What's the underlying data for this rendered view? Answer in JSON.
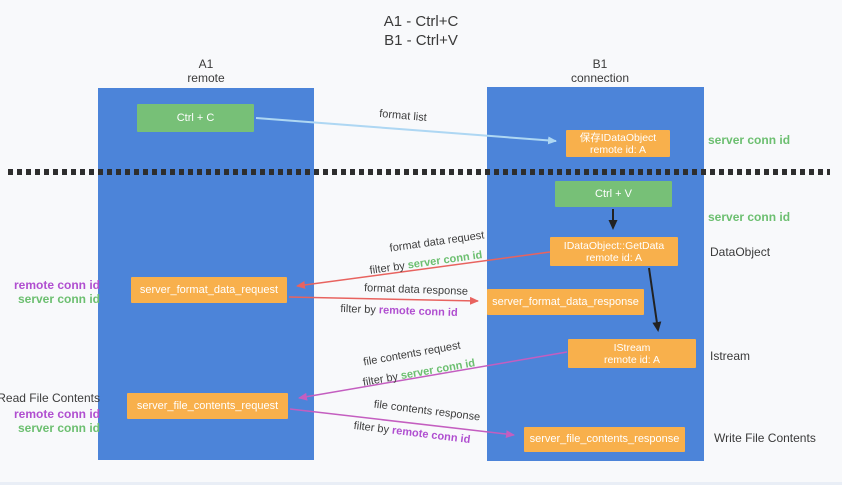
{
  "title": {
    "line1": "A1 - Ctrl+C",
    "line2": "B1 - Ctrl+V"
  },
  "lanes": {
    "left": {
      "name": "A1",
      "role": "remote"
    },
    "right": {
      "name": "B1",
      "role": "connection"
    }
  },
  "nodes": {
    "ctrl_c": {
      "label": "Ctrl + C"
    },
    "save_idataobject": {
      "line1": "保存IDataObject",
      "line2": "remote id: A"
    },
    "ctrl_v": {
      "label": "Ctrl + V"
    },
    "getdata": {
      "line1": "IDataObject::GetData",
      "line2": "remote id: A"
    },
    "format_request": {
      "label": "server_format_data_request"
    },
    "format_response": {
      "label": "server_format_data_response"
    },
    "istream": {
      "line1": "IStream",
      "line2": "remote id: A"
    },
    "file_request": {
      "label": "server_file_contents_request"
    },
    "file_response": {
      "label": "server_file_contents_response"
    }
  },
  "edges": {
    "format_list": {
      "label": "format list"
    },
    "format_data_request": {
      "label": "format data request",
      "filter_prefix": "filter by ",
      "filter_key": "server conn id"
    },
    "format_data_response": {
      "label": "format data response",
      "filter_prefix": "filter by ",
      "filter_key": "remote conn id"
    },
    "file_contents_request": {
      "label": "file contents request",
      "filter_prefix": "filter by ",
      "filter_key": "server conn id"
    },
    "file_contents_response": {
      "label": "file contents response",
      "filter_prefix": "filter by ",
      "filter_key": "remote conn id"
    }
  },
  "side_labels": {
    "right": {
      "server_conn_id_top": "server conn id",
      "server_conn_id_mid": "server conn id",
      "dataobject": "DataObject",
      "istream": "Istream",
      "write_file_contents": "Write File Contents"
    },
    "left": {
      "remote_conn_id_mid": "remote conn id",
      "server_conn_id_mid": "server conn id",
      "read_file_contents": "Read File Contents",
      "remote_conn_id_bottom": "remote conn id",
      "server_conn_id_bottom": "server conn id"
    }
  },
  "colors": {
    "lane_blue": "#4c84d9",
    "node_green": "#77c077",
    "node_orange": "#f8b04c",
    "arrow_red": "#e8635f",
    "arrow_magenta": "#c45ec0",
    "arrow_light_blue": "#aed7f3",
    "arrow_black": "#222222",
    "text_green": "#6cbf70",
    "text_purple": "#b04fd0",
    "background": "#f8f9fb"
  }
}
